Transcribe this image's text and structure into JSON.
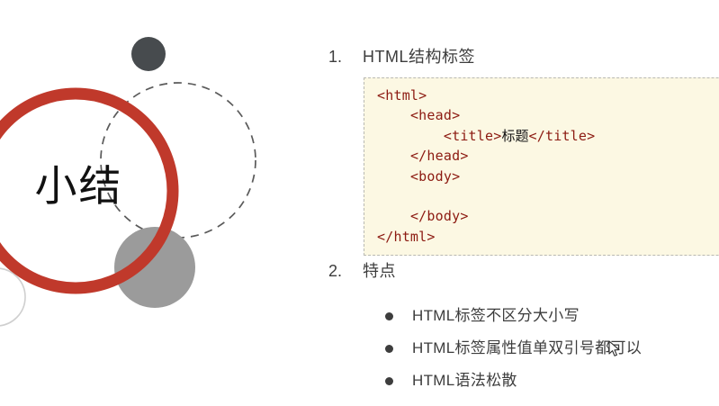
{
  "slide": {
    "background_color": "#ffffff",
    "decoration": {
      "title": "小结",
      "title_color": "#111111",
      "red_ring_color": "#c0392b",
      "dark_circle_color": "#474b4e",
      "gray_circle_color": "#9b9b9b",
      "dashed_circle_color": "#5a5a5a",
      "light_arc_color": "#cfcfcf"
    }
  },
  "content": {
    "items": [
      {
        "marker": "1.",
        "label": "HTML结构标签"
      },
      {
        "marker": "2.",
        "label": "特点"
      }
    ],
    "code_block": {
      "background_color": "#fcf8e3",
      "border_color": "#b9b9b2",
      "code_color": "#8c1a11",
      "lines": [
        {
          "indent": 0,
          "before": "<html>",
          "cjk": "",
          "after": ""
        },
        {
          "indent": 1,
          "before": "<head>",
          "cjk": "",
          "after": ""
        },
        {
          "indent": 2,
          "before": "<title>",
          "cjk": "标题",
          "after": "</title>"
        },
        {
          "indent": 1,
          "before": "</head>",
          "cjk": "",
          "after": ""
        },
        {
          "indent": 1,
          "before": "<body>",
          "cjk": "",
          "after": ""
        },
        {
          "indent": 0,
          "before": "",
          "cjk": "",
          "after": ""
        },
        {
          "indent": 1,
          "before": "</body>",
          "cjk": "",
          "after": ""
        },
        {
          "indent": 0,
          "before": "</html>",
          "cjk": "",
          "after": ""
        }
      ]
    },
    "bullets": [
      "HTML标签不区分大小写",
      "HTML标签属性值单双引号都可以",
      "HTML语法松散"
    ]
  }
}
